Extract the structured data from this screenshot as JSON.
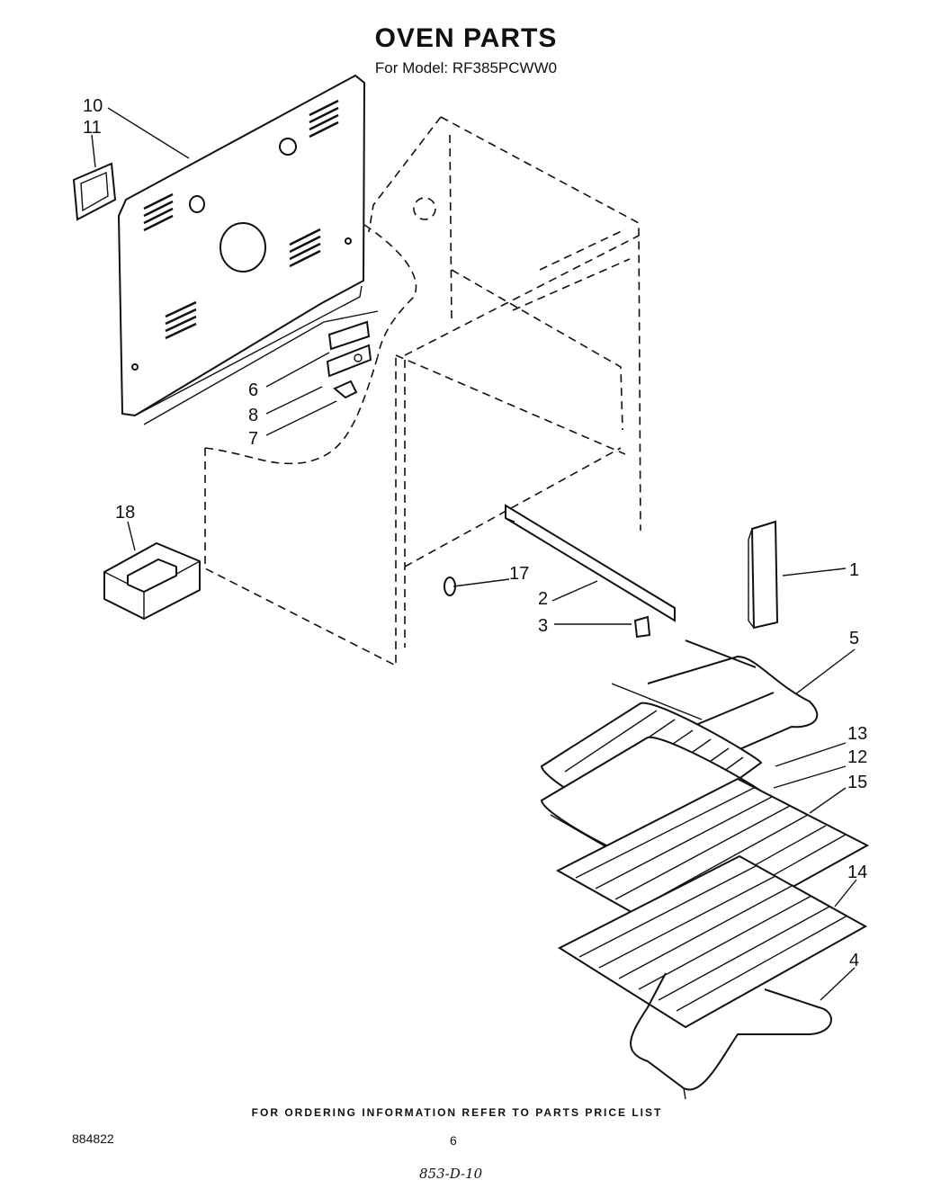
{
  "header": {
    "title": "OVEN PARTS",
    "subtitle": "For Model: RF385PCWW0"
  },
  "callouts": {
    "c1": "1",
    "c2": "2",
    "c3": "3",
    "c4": "4",
    "c5": "5",
    "c6": "6",
    "c7": "7",
    "c8": "8",
    "c10": "10",
    "c11": "11",
    "c12": "12",
    "c13": "13",
    "c14": "14",
    "c15": "15",
    "c17": "17",
    "c18": "18"
  },
  "footer": {
    "note": "FOR ORDERING INFORMATION REFER TO PARTS PRICE LIST",
    "doc_number": "884822",
    "page_number": "6",
    "handwritten": "853-D-10"
  }
}
